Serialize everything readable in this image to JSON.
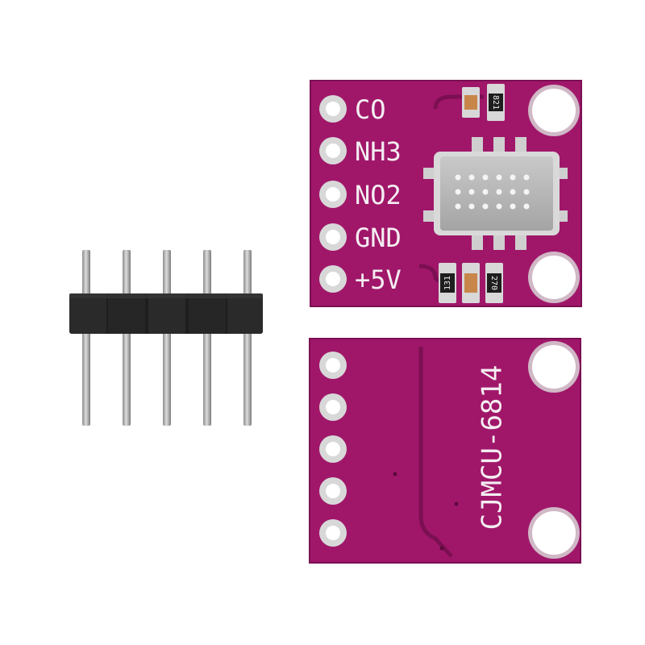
{
  "front_board": {
    "pin_labels": [
      "CO",
      "NH3",
      "NO2",
      "GND",
      "+5V"
    ],
    "resistor_codes": [
      "821",
      "131",
      "270"
    ]
  },
  "back_board": {
    "model_label": "CJMCU-6814"
  },
  "colors": {
    "pcb": "#a0176a",
    "pcb_dark": "#7b0f52",
    "silkscreen": "#f4eef2",
    "pad_ring": "#d8d8d8",
    "header_plastic": "#1e1e1e",
    "pin_metal": "#b9b9b9",
    "sensor_can": "#b2b2b2"
  }
}
